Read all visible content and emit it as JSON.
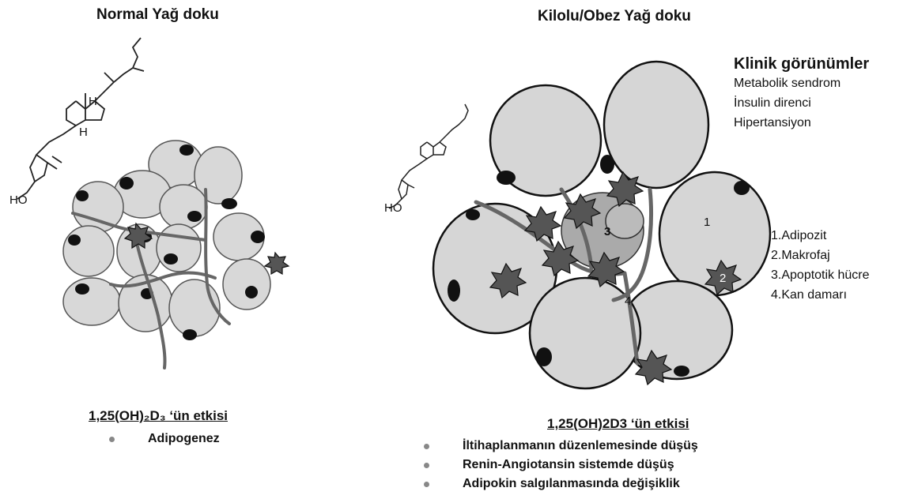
{
  "left": {
    "title": "Normal Yağ doku",
    "effect_title": "1,25(OH)₂D₃ ‘ün etkisi",
    "effects": [
      "Adipogenez"
    ]
  },
  "right": {
    "title": "Kilolu/Obez Yağ doku",
    "clinical_title": "Klinik görünümler",
    "clinical_items": [
      "Metabolik sendrom",
      "İnsulin direnci",
      "Hipertansiyon"
    ],
    "legend": [
      "1.Adipozit",
      "2.Makrofaj",
      "3.Apoptotik hücre",
      "4.Kan damarı"
    ],
    "cell_labels": [
      "1",
      "2",
      "3",
      "4"
    ],
    "effect_title": "1,25(OH)2D3 ‘ün etkisi",
    "effects": [
      "İltihaplanmanın düzenlemesinde düşüş",
      "Renin-Angiotansin sistemde düşüş",
      "Adipokin salgılanmasında değişiklik"
    ]
  },
  "molecule_label": "HO"
}
